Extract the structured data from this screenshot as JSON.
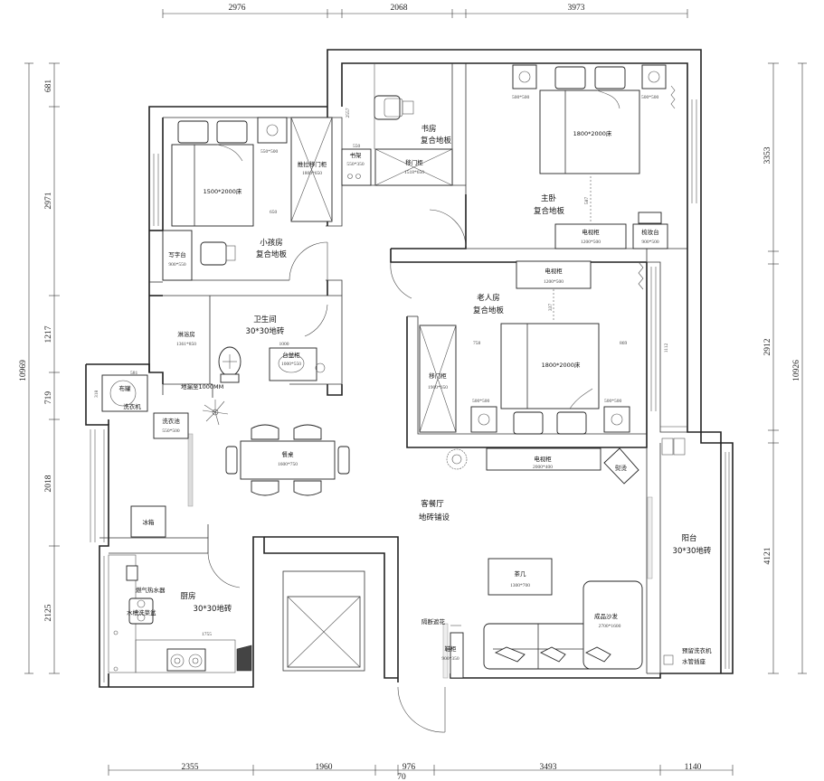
{
  "top_dimensions": [
    "2976",
    "2068",
    "3973"
  ],
  "bottom_dimensions": [
    "2355",
    "1960",
    "976",
    "3493",
    "1140",
    "70"
  ],
  "left_dimensions": [
    "681",
    "2971",
    "1217",
    "719",
    "2018",
    "2125",
    "10969"
  ],
  "right_dimensions": [
    "3353",
    "2912",
    "4121",
    "10926"
  ],
  "rooms": {
    "study": [
      "书房",
      "复合地板"
    ],
    "master": [
      "主卧",
      "复合地板"
    ],
    "kids": [
      "小孩房",
      "复合地板"
    ],
    "bath": [
      "卫生间",
      "30*30地砖"
    ],
    "elder": [
      "老人房",
      "复合地板"
    ],
    "living": [
      "客餐厅",
      "地砖铺设"
    ],
    "kitchen": [
      "厨房",
      "30*30地砖"
    ],
    "balcony": [
      "阳台",
      "30*30地砖"
    ]
  },
  "furniture": {
    "master_bed": "1800*2000床",
    "kids_bed": "1500*2000床",
    "elder_bed": "1800*2000床",
    "nightstand_a": "500*500",
    "nightstand_b": "500*500",
    "nightstand_c": "550*500",
    "nightstand_d": "500*500",
    "nightstand_e": "500*500",
    "kids_wardrobe": [
      "推拉移门柜",
      "1800*650"
    ],
    "bookcase": [
      "书架",
      "550*350"
    ],
    "study_wardrobe": [
      "移门柜",
      "1518*650"
    ],
    "master_tv": [
      "电视柜",
      "1200*500"
    ],
    "dresser": [
      "梳妆台",
      "900*500"
    ],
    "desk": [
      "写字台",
      "900*550"
    ],
    "shower": [
      "淋浴房",
      "1361*850"
    ],
    "basin": [
      "台盆柜",
      "1000*550"
    ],
    "drain": "地漏至1000MM",
    "elder_tv": [
      "电视柜",
      "1200*500"
    ],
    "elder_wardrobe": [
      "移门柜",
      "1900*650"
    ],
    "washer": [
      "布罐",
      "洗衣机"
    ],
    "laundry_sink": [
      "洗衣池",
      "550*500"
    ],
    "dining": [
      "餐桌",
      "1600*750"
    ],
    "living_tv": [
      "电视柜",
      "2000*400"
    ],
    "fridge": "冰箱",
    "heater": "燃气热水器",
    "sink": "水槽洗菜盆",
    "coffee_table": [
      "茶几",
      "1300*700"
    ],
    "sofa": [
      "成品沙发",
      "2700*1600"
    ],
    "screen": "隔断遮花",
    "shoe_cabinet": [
      "鞋柜",
      "900*350"
    ],
    "ironing": "熨烫",
    "reserved": [
      "预留洗衣机",
      "水管插座"
    ]
  },
  "small_dimensions": {
    "d_2557": "2557",
    "d_1000": "1000",
    "d_581": "581",
    "d_318": "318",
    "d_1755": "1755",
    "d_550": "550",
    "d_758": "758",
    "d_869": "869",
    "d_1112": "1112",
    "d_587": "587",
    "d_650": "650",
    "d_337": "337"
  }
}
